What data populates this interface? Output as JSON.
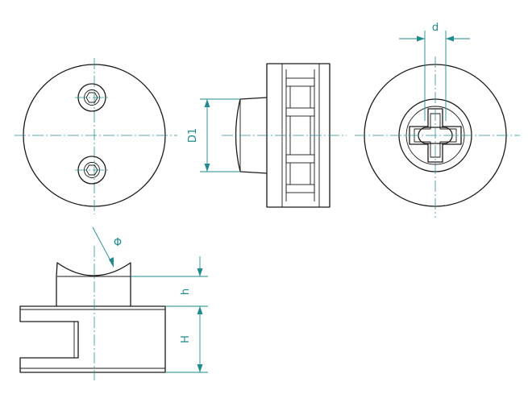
{
  "colors": {
    "object_line": "#1a1a1a",
    "dimension": "#1f8a8f",
    "centerline": "#2a8f94",
    "background": "#ffffff"
  },
  "dimensions": {
    "d": "d",
    "D1": "D1",
    "phi": "Φ",
    "h": "h",
    "H": "H"
  }
}
